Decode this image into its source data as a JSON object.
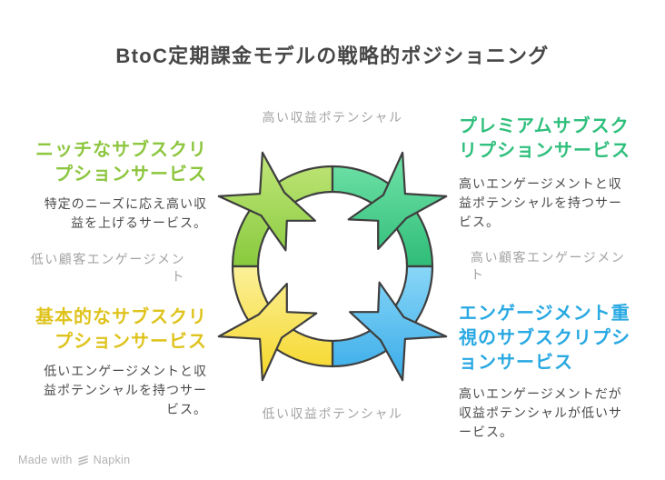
{
  "title": "BtoC定期課金モデルの戦略的ポジショニング",
  "axes": {
    "top": "高い収益ポテンシャル",
    "bottom": "低い収益ポテンシャル",
    "left": "低い顧客エンゲージメン\nト",
    "right": "高い顧客エンゲージメン\nト"
  },
  "quadrants": {
    "top_left": {
      "heading": "ニッチなサブスクリ\nプションサービス",
      "description": "特定のニーズに応え高い収\n益を上げるサービス。",
      "color": "#8DC63F"
    },
    "top_right": {
      "heading": "プレミアムサブスク\nリプションサービス",
      "description": "高いエンゲージメントと収\n益ポテンシャルを持つサー\nビス。",
      "color": "#2FBF7C"
    },
    "bottom_left": {
      "heading": "基本的なサブスクリ\nプションサービス",
      "description": "低いエンゲージメントと収\n益ポテンシャルを持つサー\nビス。",
      "color": "#DFC31D"
    },
    "bottom_right": {
      "heading": "エンゲージメント重\n視のサブスクリプシ\nョンサービス",
      "description": "高いエンゲージメントだが\n収益ポテンシャルが低いサ\nービス。",
      "color": "#29A9E2"
    }
  },
  "diagram": {
    "outline": "#3E3E3E",
    "segments": {
      "top_left": {
        "light": "#CDEC85",
        "dark": "#84C83A"
      },
      "top_right": {
        "light": "#7FEBB4",
        "dark": "#2BBA74"
      },
      "bottom_right": {
        "light": "#8ED9F8",
        "dark": "#2AA4E6"
      },
      "bottom_left": {
        "light": "#FBF2A0",
        "dark": "#F5D212"
      }
    }
  },
  "watermark": {
    "made_with": "Made with",
    "brand": "Napkin"
  }
}
